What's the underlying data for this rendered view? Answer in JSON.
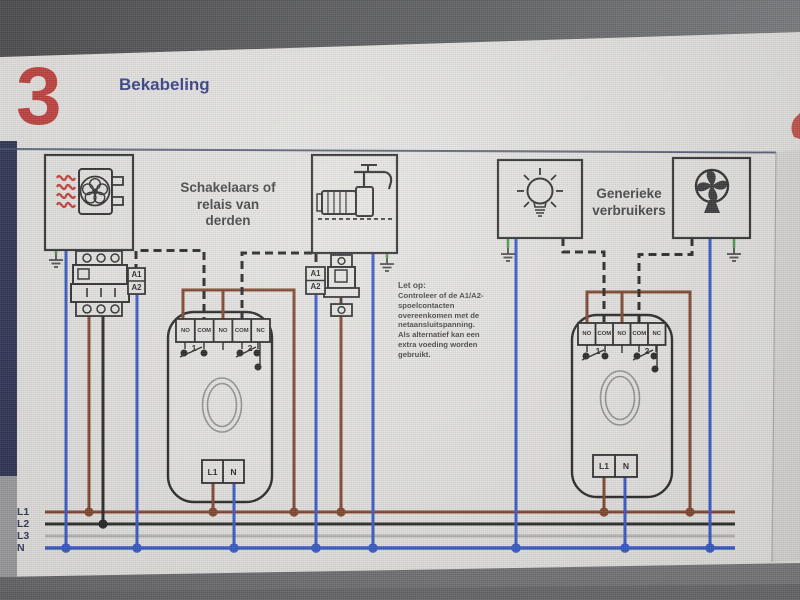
{
  "header": {
    "step_number": "3",
    "title": "Bekabeling"
  },
  "diagram": {
    "third_party_label": {
      "lines": [
        "Schakelaars of",
        "relais van",
        "derden"
      ]
    },
    "generic_consumers_label": {
      "lines": [
        "Generieke",
        "verbruikers"
      ]
    },
    "note": {
      "title": "Let op:",
      "lines": [
        "Controleer of de A1/A2-",
        "spoelcontacten",
        "overeenkomen met de",
        "netaansluitspanning.",
        "Als alternatief kan een",
        "extra voeding worden",
        "gebruikt."
      ]
    },
    "bus": {
      "labels": [
        "L1",
        "L2",
        "L3",
        "N"
      ]
    },
    "contactor": {
      "coil": [
        "A1",
        "A2"
      ]
    },
    "pump_relay": {
      "coil": [
        "A1",
        "A2"
      ]
    },
    "relay1": {
      "terminals": [
        "NO",
        "COM",
        "NO",
        "COM",
        "NC"
      ],
      "contacts": [
        "1",
        "2"
      ],
      "power": [
        "L1",
        "N"
      ]
    },
    "relay2": {
      "terminals": [
        "NO",
        "COM",
        "NO",
        "COM",
        "NC"
      ],
      "contacts": [
        "1",
        "2"
      ],
      "power": [
        "L1",
        "N"
      ]
    },
    "icons": [
      "heater-fan-icon",
      "pump-icon",
      "light-bulb-icon",
      "desk-fan-icon",
      "earth-ground-icon"
    ],
    "colors": {
      "phase_l1_brown": "#7c3a20",
      "phase_l2_black": "#1c1c1c",
      "phase_l3_gray": "#b6b6b3",
      "neutral_blue": "#2b50c8",
      "earth_green": "#3f9b40",
      "control_dashed": "#1a1a1a",
      "accent_red": "#bf3430",
      "title_blue": "#2a3480"
    }
  }
}
